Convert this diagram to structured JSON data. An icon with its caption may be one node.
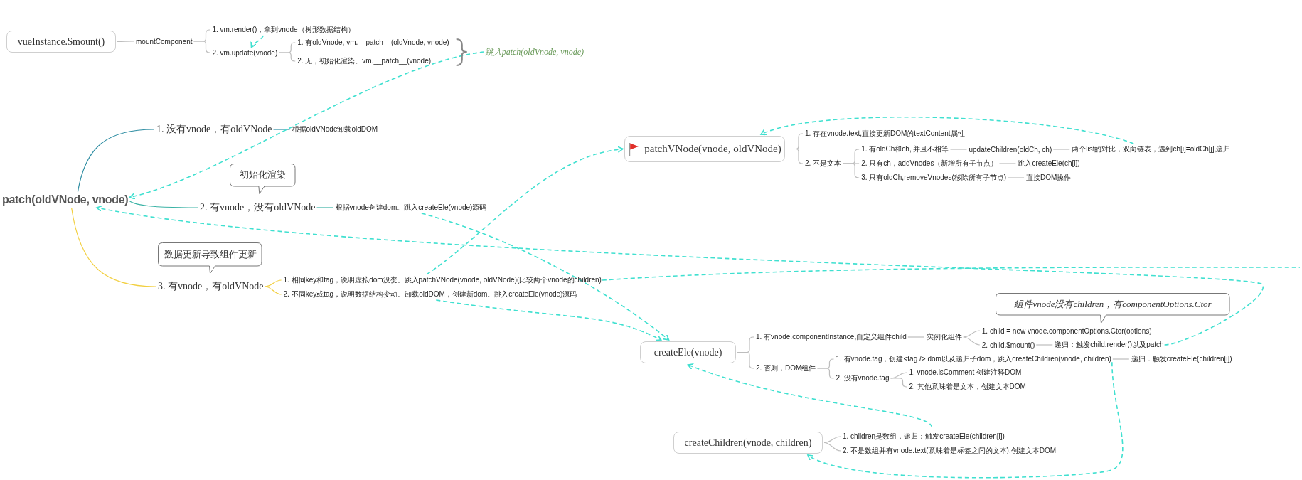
{
  "diagram": {
    "nodes": [
      {
        "text": [
          "vueInstance.$mount()"
        ]
      },
      {
        "text": [
          "mountComponent"
        ]
      },
      {
        "text": [
          "1. vm.render()，拿到vnode（树形数据结构）"
        ]
      },
      {
        "text": [
          "2. vm.update(vnode)"
        ]
      },
      {
        "text": [
          "1. 有oldVnode, vm.__patch__(oldVnode, vnode)"
        ]
      },
      {
        "text": [
          "2. 无，初始化渲染。vm.__patch__(vnode)"
        ]
      },
      {
        "text": [
          "跳入patch(oldVnode, vnode)"
        ]
      },
      {
        "text": [
          "patch(oldVNode, vnode)"
        ]
      },
      {
        "text": [
          "1. 没有vnode，有oldVNode"
        ]
      },
      {
        "text": [
          "根据oldVNode卸载oldDOM"
        ]
      },
      {
        "text": [
          "初始化渲染"
        ]
      },
      {
        "text": [
          "2. 有vnode，没有oldVNode"
        ]
      },
      {
        "text": [
          "根据vnode创建dom。跳入createEle(vnode)源码"
        ]
      },
      {
        "text": [
          "数据更新导致组件更新"
        ]
      },
      {
        "text": [
          "3. 有vnode，有oldVNode"
        ]
      },
      {
        "text": [
          "1. 相同key和tag，说明虚拟dom没变。跳入patchVNode(vnode, oldVNode)(比较两个vnode的children)"
        ]
      },
      {
        "text": [
          "2. 不同key或tag，说明数据结构变动。卸载oldDOM，创建新dom。跳入createEle(vnode)源码"
        ]
      },
      {
        "text": [
          "patchVNode(vnode, oldVNode)"
        ]
      },
      {
        "text": [
          "1. 存在vnode.text,直接更新DOM的textContent属性"
        ]
      },
      {
        "text": [
          "2. 不是文本"
        ]
      },
      {
        "text": [
          "1. 有oldCh和ch, 并且不相等"
        ]
      },
      {
        "text": [
          "updateChildren(oldCh, ch)"
        ]
      },
      {
        "text": [
          "两个list的对比，双向链表，遇到ch[i]=oldCh[j],递归"
        ]
      },
      {
        "text": [
          "2. 只有ch，addVnodes（新增所有子节点）"
        ]
      },
      {
        "text": [
          "跳入createEle(ch[i])"
        ]
      },
      {
        "text": [
          "3. 只有oldCh,removeVnodes(移除所有子节点)"
        ]
      },
      {
        "text": [
          "直接DOM操作"
        ]
      },
      {
        "text": [
          "createEle(vnode)"
        ]
      },
      {
        "text": [
          "1. 有vnode.componentInstance,自定义组件child"
        ]
      },
      {
        "text": [
          "实例化组件"
        ]
      },
      {
        "text": [
          "1. child = new vnode.componentOptions.Ctor(options)"
        ]
      },
      {
        "text": [
          "2. child.$mount()"
        ]
      },
      {
        "text": [
          "递归：触发child.render()以及patch"
        ]
      },
      {
        "text": [
          "组件vnode没有children，有componentOptions.Ctor"
        ]
      },
      {
        "text": [
          "2. 否则，DOM组件"
        ]
      },
      {
        "text": [
          "1. 有vnode.tag，创建<tag /> dom以及递归子dom，跳入createChildren(vnode, children)"
        ]
      },
      {
        "text": [
          "递归：触发createEle(children[i])"
        ]
      },
      {
        "text": [
          "2. 没有vnode.tag"
        ]
      },
      {
        "text": [
          "1. vnode.isComment 创建注释DOM"
        ]
      },
      {
        "text": [
          "2. 其他意味着是文本，创建文本DOM"
        ]
      },
      {
        "text": [
          "createChildren(vnode, children)"
        ]
      },
      {
        "text": [
          "1. children是数组，递归：触发createEle(children[i])"
        ]
      },
      {
        "text": [
          "2. 不是数组并有vnode.text(意味着是标签之间的文本),创建文本DOM"
        ]
      }
    ],
    "edges": [
      {
        "from": 0,
        "to": 1,
        "arrow": "none"
      },
      {
        "from": 1,
        "to": 2,
        "arrow": "none"
      },
      {
        "from": 1,
        "to": 3,
        "arrow": "none"
      },
      {
        "from": 3,
        "to": 4,
        "arrow": "none"
      },
      {
        "from": 3,
        "to": 5,
        "arrow": "none"
      },
      {
        "from": 7,
        "to": 8,
        "arrow": "none",
        "color": "#2f8ea3"
      },
      {
        "from": 8,
        "to": 9,
        "arrow": "none",
        "color": "#2f8ea3"
      },
      {
        "from": 7,
        "to": 11,
        "arrow": "none",
        "color": "#3cb3a6"
      },
      {
        "from": 11,
        "to": 12,
        "arrow": "none",
        "color": "#3cb3a6"
      },
      {
        "from": 7,
        "to": 14,
        "arrow": "none",
        "color": "#f2cf3f"
      },
      {
        "from": 14,
        "to": 15,
        "arrow": "none",
        "color": "#f2cf3f"
      },
      {
        "from": 14,
        "to": 16,
        "arrow": "none",
        "color": "#f2cf3f"
      },
      {
        "from": 17,
        "to": 18,
        "arrow": "none"
      },
      {
        "from": 17,
        "to": 19,
        "arrow": "none"
      },
      {
        "from": 19,
        "to": 20,
        "arrow": "none"
      },
      {
        "from": 20,
        "to": 21,
        "arrow": "none"
      },
      {
        "from": 21,
        "to": 22,
        "arrow": "none"
      },
      {
        "from": 19,
        "to": 23,
        "arrow": "none"
      },
      {
        "from": 23,
        "to": 24,
        "arrow": "none"
      },
      {
        "from": 19,
        "to": 25,
        "arrow": "none"
      },
      {
        "from": 25,
        "to": 26,
        "arrow": "none"
      },
      {
        "from": 27,
        "to": 28,
        "arrow": "none"
      },
      {
        "from": 28,
        "to": 29,
        "arrow": "none"
      },
      {
        "from": 29,
        "to": 30,
        "arrow": "none"
      },
      {
        "from": 29,
        "to": 31,
        "arrow": "none"
      },
      {
        "from": 31,
        "to": 32,
        "arrow": "none"
      },
      {
        "from": 27,
        "to": 34,
        "arrow": "none"
      },
      {
        "from": 34,
        "to": 35,
        "arrow": "none"
      },
      {
        "from": 35,
        "to": 36,
        "arrow": "none"
      },
      {
        "from": 34,
        "to": 37,
        "arrow": "none"
      },
      {
        "from": 37,
        "to": 38,
        "arrow": "none"
      },
      {
        "from": 37,
        "to": 39,
        "arrow": "none"
      },
      {
        "from": 40,
        "to": 41,
        "arrow": "none"
      },
      {
        "from": 40,
        "to": 42,
        "arrow": "none"
      },
      {
        "from": 2,
        "to": 3,
        "arrow": "to",
        "style": "dashed",
        "color": "#40e0d0"
      },
      {
        "from": 6,
        "to": 7,
        "arrow": "to",
        "style": "dashed",
        "color": "#40e0d0"
      },
      {
        "from": 15,
        "to": 17,
        "arrow": "to",
        "style": "dashed",
        "color": "#40e0d0"
      },
      {
        "from": 22,
        "to": 17,
        "arrow": "to",
        "style": "dashed",
        "color": "#40e0d0"
      },
      {
        "from": 12,
        "to": 27,
        "arrow": "to",
        "style": "dashed",
        "color": "#40e0d0"
      },
      {
        "from": 16,
        "to": 27,
        "arrow": "to",
        "style": "dashed",
        "color": "#40e0d0"
      },
      {
        "from": 32,
        "to": 7,
        "arrow": "to",
        "style": "dashed",
        "color": "#40e0d0"
      },
      {
        "from": 15,
        "to": null,
        "arrow": "none",
        "style": "dashed",
        "color": "#40e0d0"
      },
      {
        "from": 35,
        "to": 40,
        "arrow": "to",
        "style": "dashed",
        "color": "#40e0d0"
      },
      {
        "from": 41,
        "to": 27,
        "arrow": "to",
        "style": "dashed",
        "color": "#40e0d0"
      }
    ]
  }
}
